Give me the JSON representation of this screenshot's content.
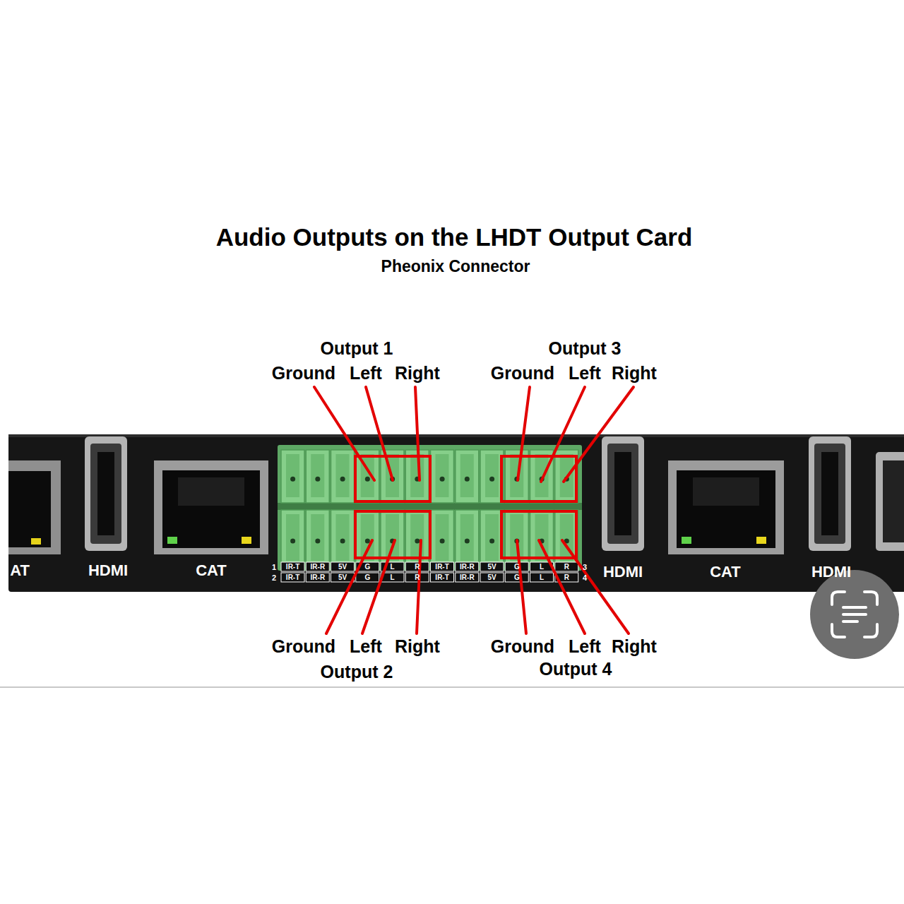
{
  "diagram": {
    "title": "Audio Outputs on the LHDT Output Card",
    "labels": [
      "Pheonix Connector",
      "Output 1",
      "Ground",
      "Left",
      "Right",
      "Output 3",
      "Ground",
      "Left",
      "Right",
      "Ground",
      "Left",
      "Right",
      "Output 2",
      "Ground",
      "Left",
      "Right",
      "Output 4",
      "AT",
      "HDMI",
      "CAT",
      "1",
      "IR-T",
      "IR-R",
      "5V",
      "G",
      "L",
      "R",
      "IR-T",
      "IR-R",
      "5V",
      "G",
      "L",
      "R",
      "3",
      "2",
      "IR-T",
      "IR-R",
      "5V",
      "G",
      "L",
      "R",
      "IR-T",
      "IR-R",
      "5V",
      "G",
      "L",
      "R",
      "4",
      "HDMI",
      "CAT",
      "HDMI"
    ]
  }
}
